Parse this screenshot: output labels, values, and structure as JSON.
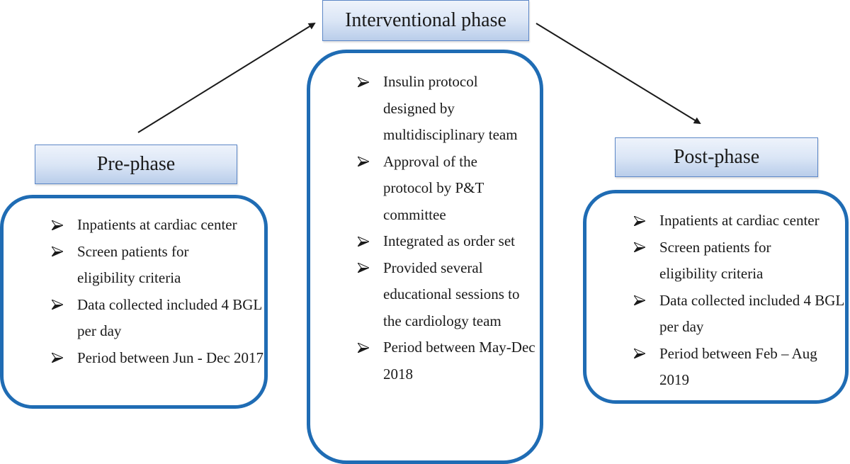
{
  "diagram": {
    "colors": {
      "box_border": "#1f6cb4",
      "title_border": "#5b86c6",
      "title_fill_top": "#eef3fb",
      "title_fill_bottom": "#b9cdea",
      "arrow": "#1a1a1a",
      "text": "#1a1a1a"
    },
    "bullet_icon": "arrow-bullet-icon",
    "phases": {
      "pre": {
        "title": "Pre-phase",
        "items": [
          "Inpatients at cardiac center",
          "Screen patients for eligibility criteria",
          "Data collected included 4 BGL per day",
          "Period between Jun - Dec 2017"
        ]
      },
      "interventional": {
        "title": "Interventional phase",
        "items": [
          "Insulin protocol designed by multidisciplinary team",
          "Approval of the protocol by P&T committee",
          "Integrated as order set",
          "Provided several educational sessions to the cardiology team",
          "Period between May-Dec 2018"
        ]
      },
      "post": {
        "title": "Post-phase",
        "items": [
          "Inpatients at cardiac center",
          "Screen patients for eligibility criteria",
          "Data collected included 4 BGL per day",
          "Period between Feb – Aug 2019"
        ]
      }
    },
    "flow": [
      {
        "from": "Pre-phase",
        "to": "Interventional phase"
      },
      {
        "from": "Interventional phase",
        "to": "Post-phase"
      }
    ]
  }
}
